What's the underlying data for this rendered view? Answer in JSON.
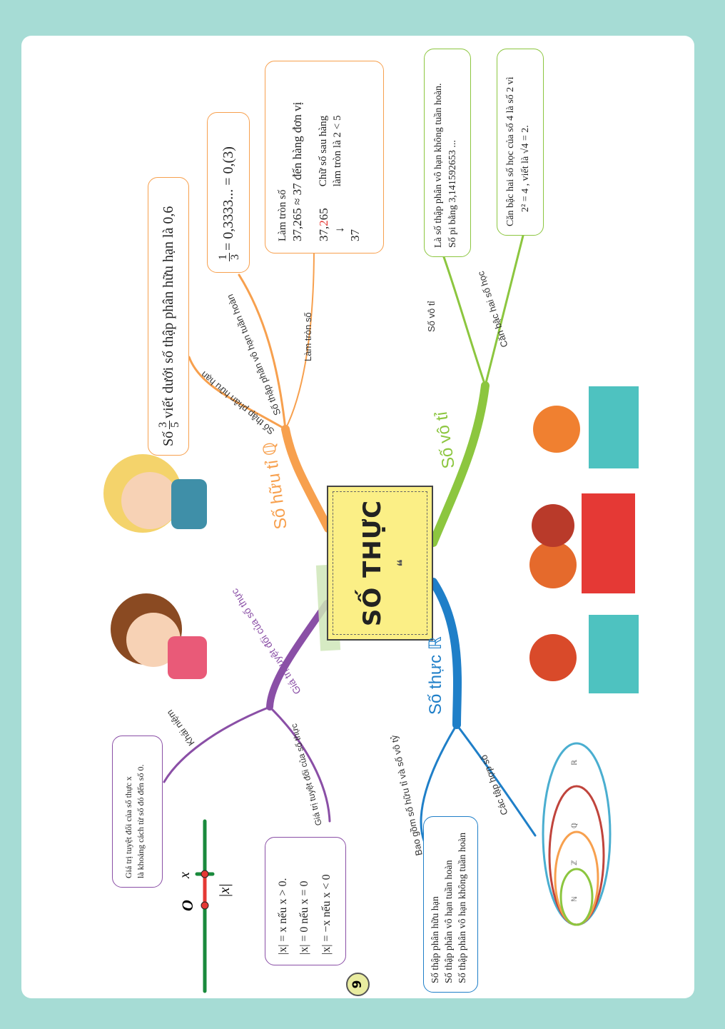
{
  "center": {
    "title": "SỐ THỰC",
    "quote_mark": "❝"
  },
  "page_number": "9",
  "branches": {
    "rational": {
      "label": "Số hữu tỉ ℚ",
      "color": "#f7a04e",
      "sub": [
        "Số thập phân hữu hạn",
        "Số thập phân vô hạn tuần hoàn",
        "Làm tròn số"
      ],
      "box_finite": {
        "prefix": "Số",
        "num": "3",
        "den": "5",
        "text": "viết dưới số thập phân hữu hạn là 0,6"
      },
      "box_repeat": {
        "num": "1",
        "den": "3",
        "text": "= 0,3333... = 0,(3)"
      },
      "box_round": {
        "line1": "Làm tròn số",
        "line2": "37,265 ≈ 37 đến hàng đơn vị",
        "num_a": "37,",
        "num_red": "2",
        "num_b": "65",
        "arrow": "↓",
        "result": "37",
        "note1": "Chữ số sau hàng",
        "note2": "làm tròn là 2 < 5"
      }
    },
    "irrational": {
      "label": "Số vô tỉ",
      "color": "#8cc63f",
      "sub": [
        "Số vô tỉ",
        "Căn bậc hai số học"
      ],
      "box_def": {
        "line1": "Là số thập phân vô hạn không tuần hoàn.",
        "line2": "Số pi bằng 3,141592653 ..."
      },
      "box_sqrt": {
        "line1": "Căn bậc hai số học của số 4 là số 2 vì",
        "line2": "2² = 4 , viết là √4 = 2."
      }
    },
    "real": {
      "label": "Số thực ℝ",
      "color": "#1f7fc8",
      "sub": [
        "Bao gồm số hữu tỉ và số vô tỷ",
        "Các tập hợp số"
      ],
      "box_list": [
        "Số thập phân hữu hạn",
        "Số thập phân vô hạn tuần hoàn",
        "Số thập phân vô hạn không tuần hoàn"
      ],
      "sets": [
        "ℕ",
        "ℤ",
        "ℚ",
        "ℝ"
      ]
    },
    "absolute": {
      "label": "Giá trị tuyệt đối của số thực",
      "color": "#8a4fa6",
      "sub": [
        "Khái niệm",
        "Giá trị tuyệt đối của số thực"
      ],
      "box_def": {
        "line1": "Giá trị tuyệt đối của số thực x",
        "line2": "là khoảng cách từ số đó đến số 0."
      },
      "formulas": [
        "|x| = x  nếu  x > 0.",
        "|x| = 0  nếu  x = 0",
        "|x| = −x  nếu  x < 0"
      ],
      "numberline": {
        "origin": "O",
        "point": "x",
        "distance": "|x|"
      }
    }
  }
}
